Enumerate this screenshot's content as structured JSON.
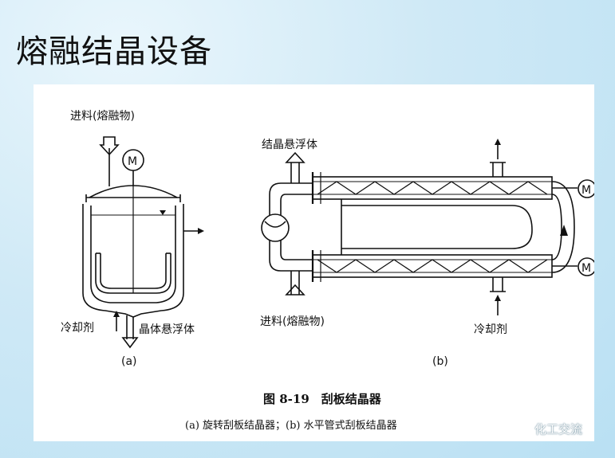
{
  "slide": {
    "title": "熔融结晶设备"
  },
  "figure": {
    "left": {
      "feed_label": "进料(熔融物)",
      "motor_label": "M",
      "coolant_label": "冷却剂",
      "product_label": "晶体悬浮体",
      "panel_label": "(a)"
    },
    "right": {
      "product_label": "结晶悬浮体",
      "feed_label": "进料(熔融物)",
      "coolant_label": "冷却剂",
      "motor_top_label": "M",
      "motor_bottom_label": "M",
      "panel_label": "(b)"
    },
    "caption": "图 8-19　刮板结晶器",
    "subcaption": "(a) 旋转刮板结晶器；(b) 水平管式刮板结晶器"
  },
  "watermark": {
    "text": "化工交流",
    "icon": "wechat-icon"
  }
}
